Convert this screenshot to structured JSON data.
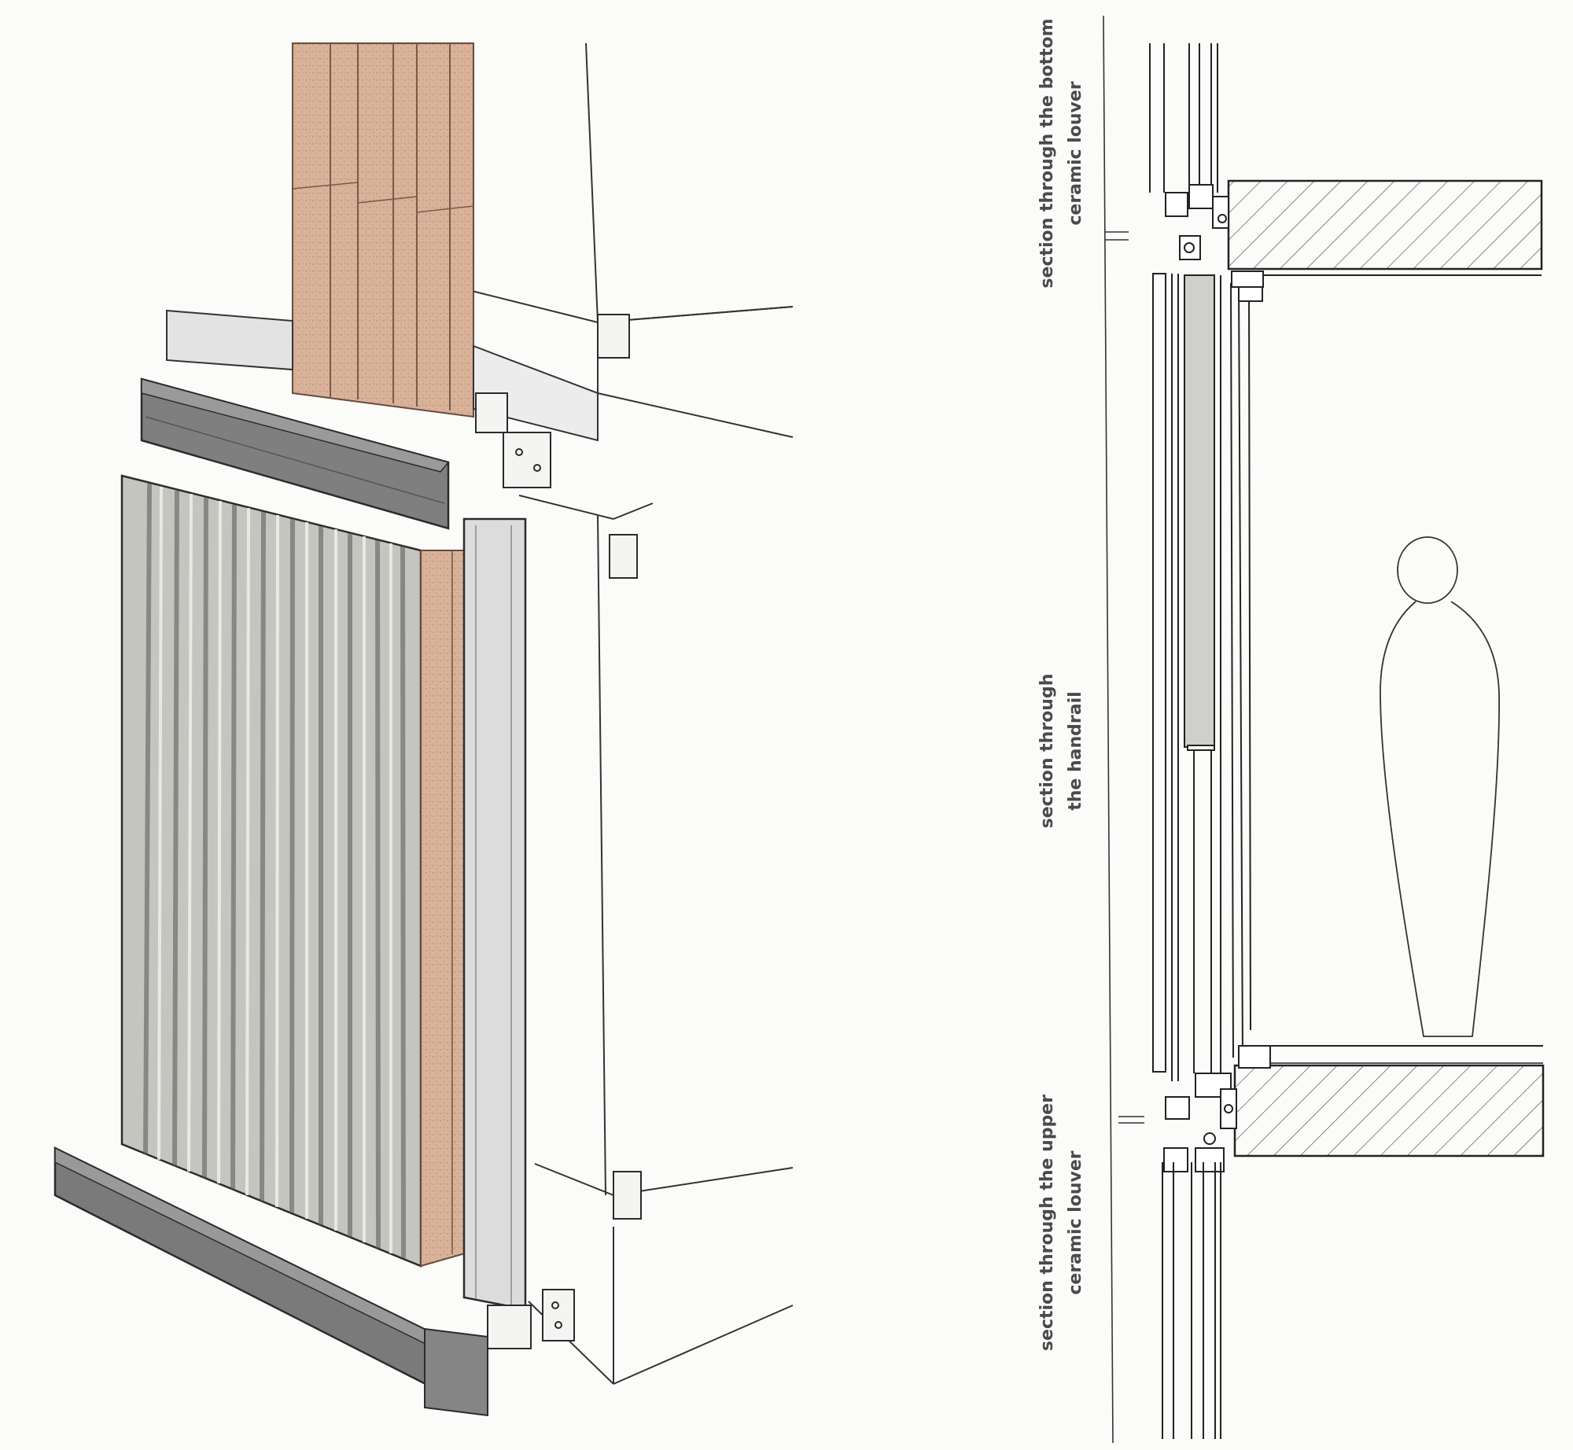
{
  "labels": {
    "bottom_louver": {
      "line1": "section through the bottom",
      "line2": "ceramic louver"
    },
    "handrail": {
      "line1": "section through",
      "line2": "the handrail"
    },
    "upper_louver": {
      "line1": "section through the upper",
      "line2": "ceramic louver"
    }
  },
  "colors": {
    "terracotta": "#d7ad94",
    "dark_metal": "#7d7d7d",
    "light_metal": "#dadada",
    "ceramic_panel": "#bdbdb8",
    "line": "#2b2b2b",
    "paper": "#fbfbf9"
  }
}
